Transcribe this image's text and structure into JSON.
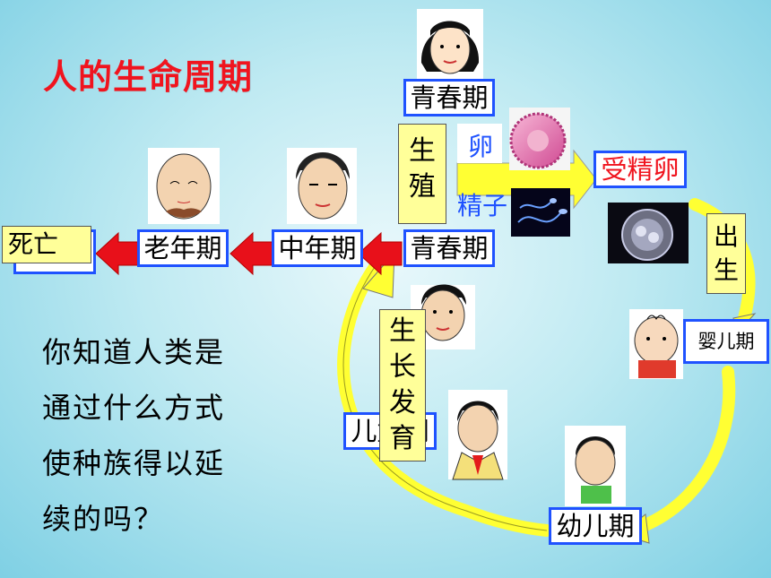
{
  "title": "人的生命周期",
  "stages": {
    "youth_top": "青春期",
    "fertilized_egg": "受精卵",
    "birth": "出\n生",
    "infant": "婴儿期",
    "toddler": "幼儿期",
    "child": "儿童期",
    "youth": "青春期",
    "middle_age": "中年期",
    "old_age": "老年期",
    "death": "死亡"
  },
  "labels": {
    "reproduction": "生\n殖",
    "egg": "卵",
    "sperm": "精子",
    "growth": "生\n长\n发\n育"
  },
  "question": [
    "你知道人类是",
    "通过什么方式",
    "使种族得以延",
    "续的吗？"
  ],
  "colors": {
    "title": "#f0141e",
    "box_border": "#1f52ff",
    "arrow_red": "#e8101a",
    "arrow_yellow": "#ffff33",
    "label_bg": "#ffff99"
  }
}
